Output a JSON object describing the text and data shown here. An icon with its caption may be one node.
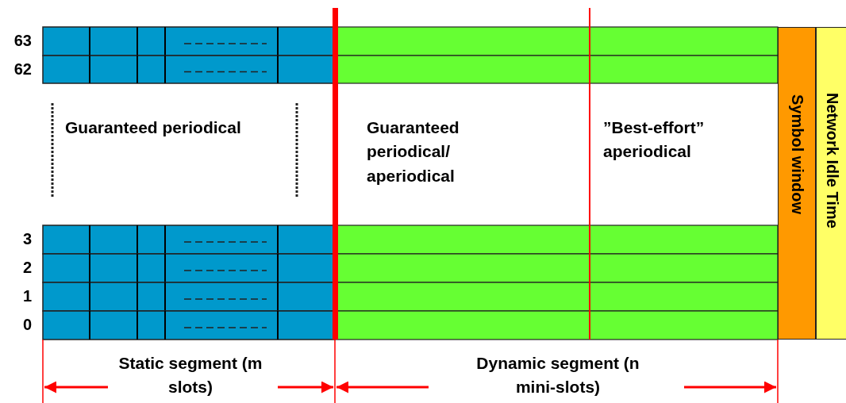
{
  "diagram": {
    "nodes": [
      {
        "text": [
          "Symbol window"
        ]
      },
      {
        "text": [
          "Network Idle Time"
        ]
      }
    ],
    "labels": [
      "63",
      "62",
      "Guaranteed periodical",
      "Guaranteed periodical/ aperiodical",
      "”Best-effort” aperiodical",
      "3",
      "2",
      "1",
      "0",
      "Static segment (m slots)",
      "Dynamic segment (n mini-slots)"
    ]
  }
}
